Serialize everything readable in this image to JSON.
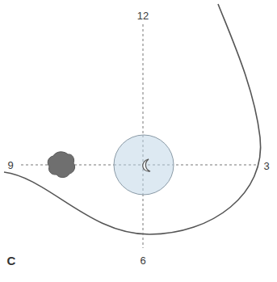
{
  "diagram": {
    "labels": [
      "12",
      "9",
      "3",
      "6",
      "C"
    ]
  }
}
